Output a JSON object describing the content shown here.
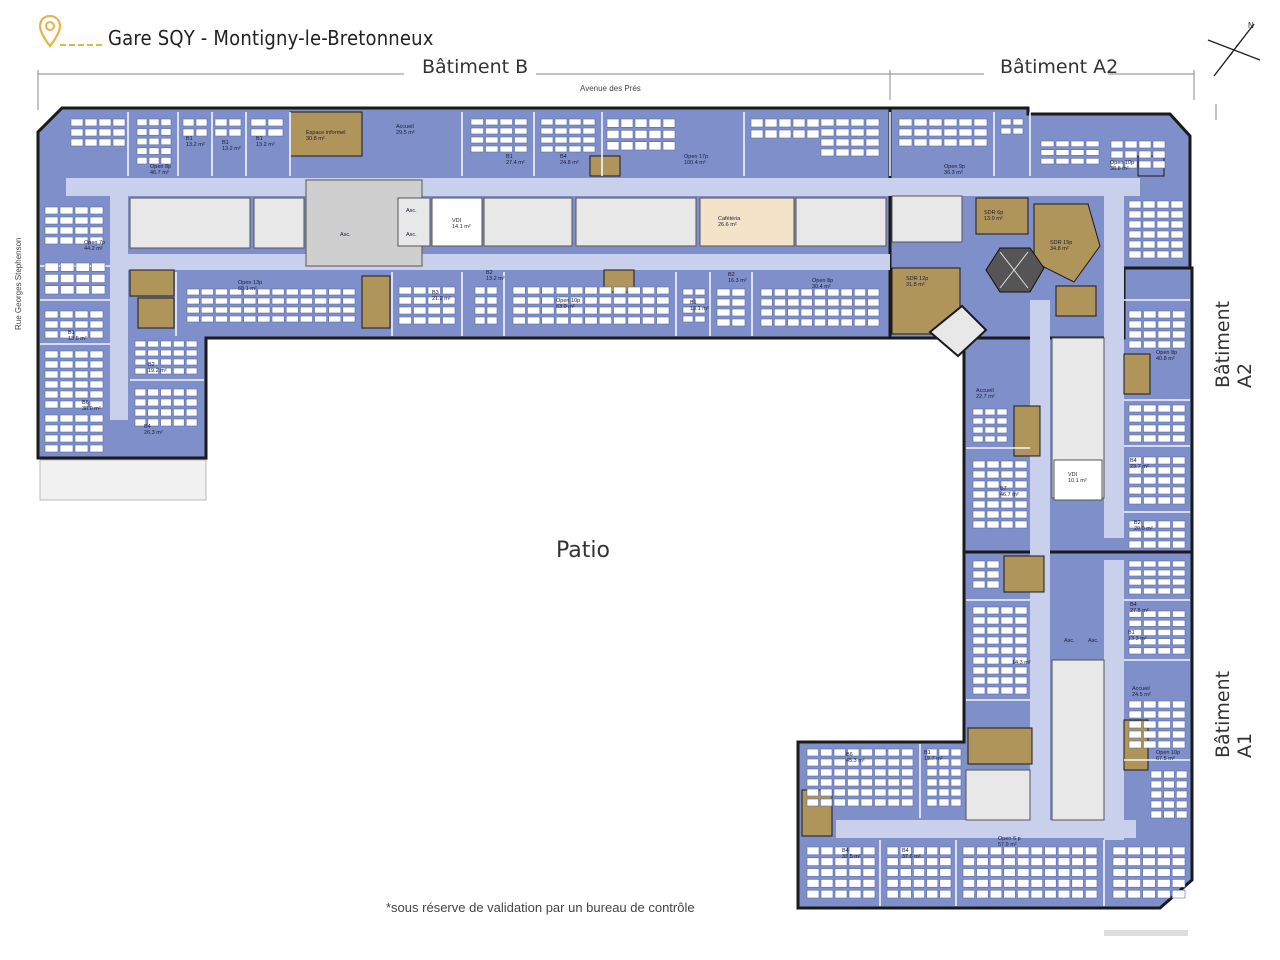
{
  "header": {
    "title": "Gare SQY - Montigny-le-Bretonneux"
  },
  "buildings": {
    "b": "Bâtiment B",
    "a2_top": "Bâtiment A2",
    "a2_side": "Bâtiment A2",
    "a1": "Bâtiment A1"
  },
  "streets": {
    "north": "Avenue des Prés",
    "west": "Rue Georges Stephenson"
  },
  "patio": "Patio",
  "footnote": "*sous réserve de validation par un bureau de contrôle",
  "rooms": {
    "open8_b": "Open 8p",
    "open8_b_area": "46.7 m²",
    "b1a": "B1",
    "b1a_area": "13.2 m²",
    "b1b": "B1",
    "b1b_area": "13.2 m²",
    "b1c": "B1",
    "b1c_area": "13.2 m²",
    "espace": "Espace informel",
    "espace_area": "30.8 m²",
    "accueil_b": "Accueil",
    "accueil_b_area": "29.5 m²",
    "b1d": "B1",
    "b1d_area": "27.4 m²",
    "b4a": "B4",
    "b4a_area": "24.8 m²",
    "open17": "Open 17p",
    "open17_area": "100.4 m²",
    "open9_a2": "Open 9p",
    "open9_a2_area": "36.3 m²",
    "open10_a2": "Open 10p",
    "open10_a2_area": "38.8 m²",
    "vdi_b": "VDI",
    "vdi_b_area": "14.1 m²",
    "cafeteria": "Cafétéria",
    "cafeteria_area": "26.6 m²",
    "open7": "Open 7p",
    "open7_area": "44.2 m²",
    "open13": "Open 13p",
    "open13_area": "68.1 m²",
    "b3a": "B3",
    "b3a_area": "21.2 m²",
    "b2a": "B2",
    "b2a_area": "13.2 m²",
    "open10_b": "Open 10p",
    "open10_b_area": "63.0 m²",
    "b1e": "B1",
    "b1e_area": "13.1 m²",
    "b2b": "B2",
    "b2b_area": "16.3 m²",
    "open8_b2": "Open 8p",
    "open8_b2_area": "30.4 m²",
    "sdr6": "SDR 6p",
    "sdr6_area": "13.0 m²",
    "sdr15": "SDR 15p",
    "sdr15_area": "34.8 m²",
    "sdr12": "SDR 12p",
    "sdr12_area": "31.8 m²",
    "b1f": "B1",
    "b1f_area": "13.5 m²",
    "b2c": "B2",
    "b2c_area": "19.2 m²",
    "b6": "B6",
    "b6_area": "38.0 m²",
    "b4b": "B4",
    "b4b_area": "26.3 m²",
    "accueil_a2": "Accueil",
    "accueil_a2_area": "22.7 m²",
    "b7": "B7",
    "b7_area": "46.7 m²",
    "vdi_a2": "VDI",
    "vdi_a2_area": "10.1 m²",
    "open8_a2": "Open 8p",
    "open8_a2_area": "40.8 m²",
    "b4c": "B4",
    "b4c_area": "23.7 m²",
    "b2d": "B2",
    "b2d_area": "20.0 m²",
    "b4d": "B4",
    "b4d_area": "27.5 m²",
    "b1g": "B1",
    "b1g_area": "13.3 m²",
    "accueil_a1": "Accueil",
    "accueil_a1_area": "24.5 m²",
    "open10_a1": "Open 10p",
    "open10_a1_area": "67.5 m²",
    "b6b": "B6",
    "b6b_area": "45.3 m²",
    "b1h": "B1",
    "b1h_area": "19.7 m²",
    "open6": "Open 6 p",
    "open6_area": "57.9 m²",
    "b4e": "B4",
    "b4e_area": "33.5 m²",
    "b4f": "B4",
    "b4f_area": "37.6 m²",
    "vdi_a1_area": "14.3 m²",
    "asc": "Asc."
  },
  "colors": {
    "office": "#7f8fc9",
    "office_light": "#a9b4e0",
    "corridor": "#c9d0ec",
    "meeting": "#b0955a",
    "wall": "#1a1a1a",
    "core": "#e6e6e6",
    "accent": "#e3b54a"
  }
}
